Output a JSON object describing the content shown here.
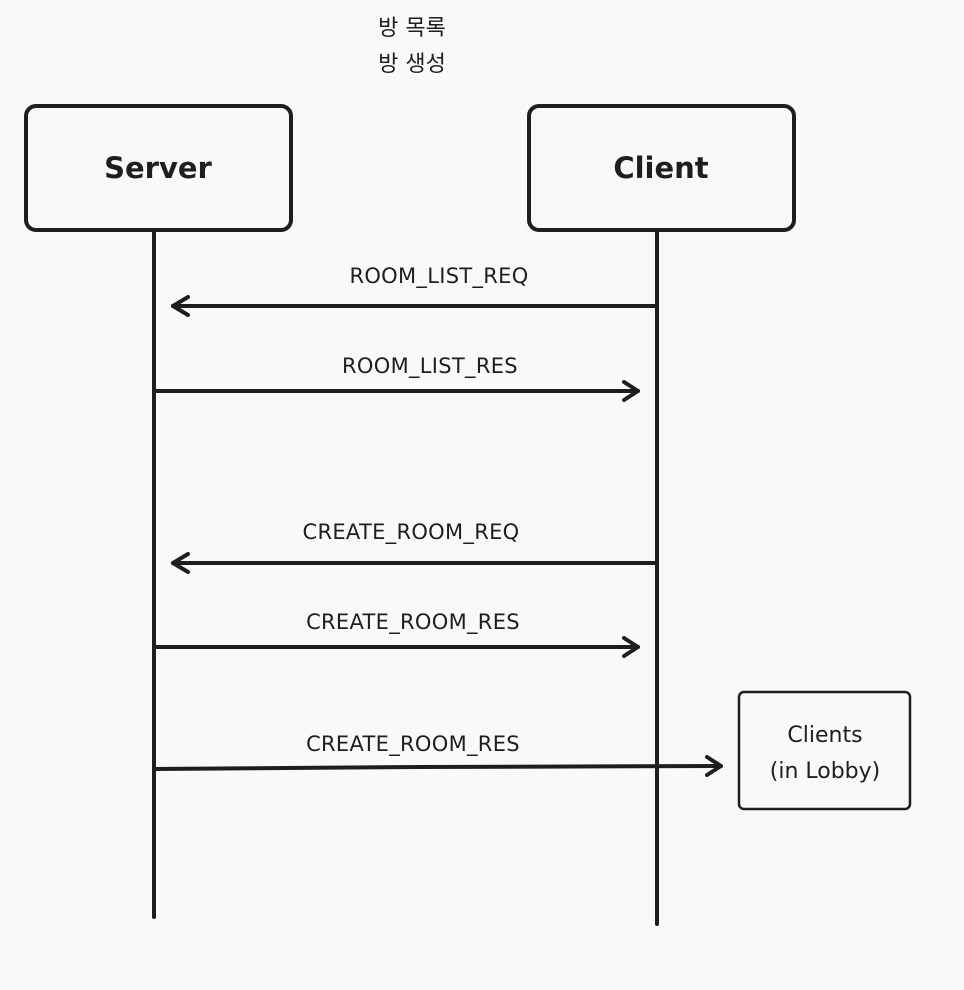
{
  "title": {
    "line1": "방 목록",
    "line2": "방 생성"
  },
  "actors": {
    "server": "Server",
    "client": "Client"
  },
  "messages": [
    {
      "label": "ROOM_LIST_REQ",
      "from": "client",
      "to": "server"
    },
    {
      "label": "ROOM_LIST_RES",
      "from": "server",
      "to": "client"
    },
    {
      "label": "CREATE_ROOM_REQ",
      "from": "client",
      "to": "server"
    },
    {
      "label": "CREATE_ROOM_RES",
      "from": "server",
      "to": "client"
    },
    {
      "label": "CREATE_ROOM_RES",
      "from": "server",
      "to": "lobby"
    }
  ],
  "lobby_note": {
    "line1": "Clients",
    "line2": "(in Lobby)"
  },
  "colors": {
    "background": "#f9f9fb",
    "stroke": "#1e1e1e"
  }
}
